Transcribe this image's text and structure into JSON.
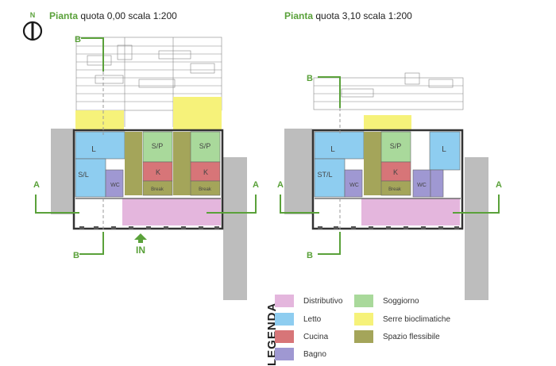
{
  "plans": [
    {
      "accent": "Pianta",
      "text": "quota 0,00 scala 1:200"
    },
    {
      "accent": "Pianta",
      "text": "quota 3,10 scala 1:200"
    }
  ],
  "compass": {
    "label": "N",
    "icon": "north-arrow-icon"
  },
  "labels": {
    "section_a": "A",
    "section_b": "B",
    "entrance": "IN",
    "room_l": "L",
    "room_sp": "S/P",
    "room_sl": "S/L",
    "room_stl": "ST/L",
    "room_k": "K",
    "room_wc": "WC",
    "room_break": "Break"
  },
  "legend": {
    "title": "LEGENDA",
    "items": [
      {
        "label": "Distributivo",
        "color": "#e4b6dd"
      },
      {
        "label": "Soggiorno",
        "color": "#a9d99b"
      },
      {
        "label": "Letto",
        "color": "#8ecdf0"
      },
      {
        "label": "Serre bioclimatiche",
        "color": "#f6f27a"
      },
      {
        "label": "Cucina",
        "color": "#d77578"
      },
      {
        "label": "Spazio flessibile",
        "color": "#a4a55a"
      },
      {
        "label": "Bagno",
        "color": "#9f98d2"
      }
    ]
  }
}
